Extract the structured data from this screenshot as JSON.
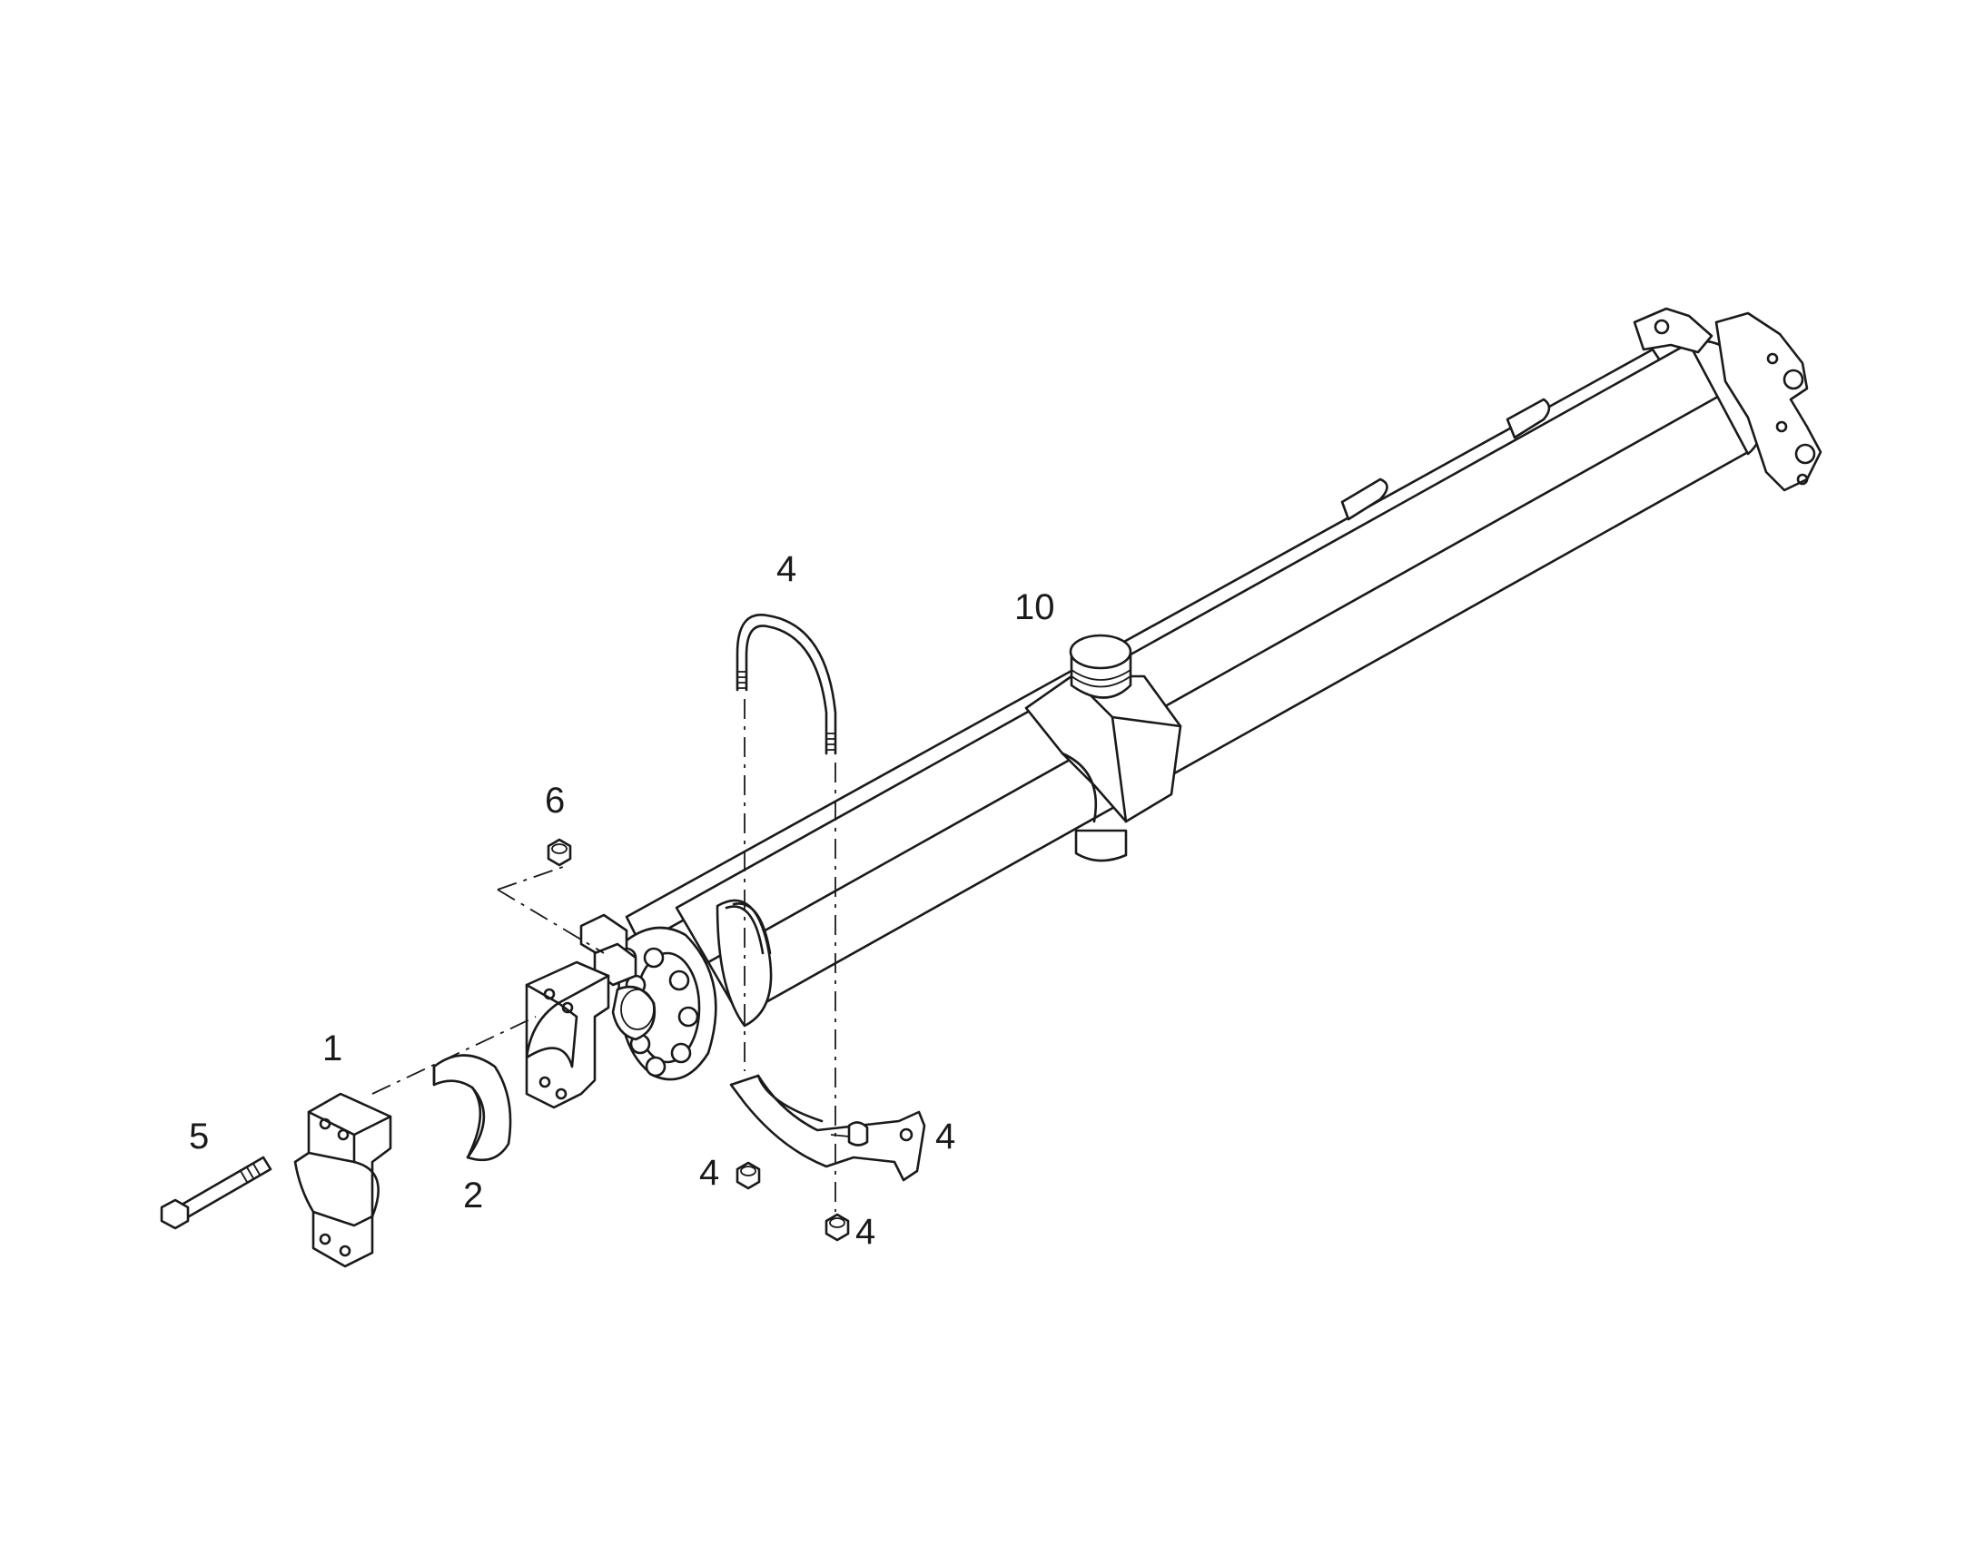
{
  "diagram": {
    "callouts": [
      {
        "id": "callout-1",
        "label": "1"
      },
      {
        "id": "callout-2",
        "label": "2"
      },
      {
        "id": "callout-4-ubolt",
        "label": "4"
      },
      {
        "id": "callout-4-bracket",
        "label": "4"
      },
      {
        "id": "callout-4-nut-left",
        "label": "4"
      },
      {
        "id": "callout-4-nut-right",
        "label": "4"
      },
      {
        "id": "callout-5",
        "label": "5"
      },
      {
        "id": "callout-6",
        "label": "6"
      },
      {
        "id": "callout-10",
        "label": "10"
      }
    ],
    "colors": {
      "line": "#1a1a1a",
      "background": "#ffffff"
    }
  }
}
